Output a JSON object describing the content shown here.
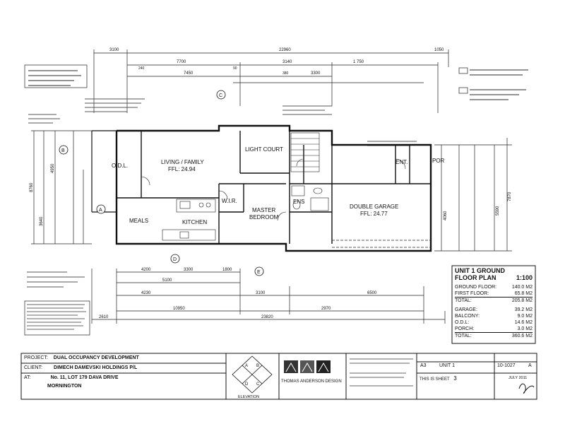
{
  "plan": {
    "rooms": {
      "odl": "O.D.L.",
      "living": "LIVING / FAMILY",
      "living_ffl": "FFL: 24.94",
      "light_court": "LIGHT COURT",
      "ent": "ENT.",
      "por": "POR",
      "wir": "W.I.R.",
      "master": "MASTER",
      "bedroom": "BEDROOM",
      "ens": "ENS",
      "garage": "DOUBLE GARAGE",
      "garage_ffl": "FFL: 24.77",
      "meals": "MEALS",
      "kitchen": "KITCHEN"
    },
    "dims_top": {
      "d3100": "3100",
      "d22960": "22960",
      "d1050": "1050",
      "d7700": "7700",
      "d3140": "3140",
      "d1750": "1 750",
      "d240": "240",
      "d7450": "7450",
      "d90": "90",
      "d3300": "3300",
      "d380": "380"
    },
    "dims_bottom": {
      "d4200": "4200",
      "d3300": "3300",
      "d1800": "1800",
      "d5100": "5100",
      "d4230": "4230",
      "d3100": "3100",
      "d6500": "6500",
      "d10950": "10950",
      "d2970": "2970",
      "d23820": "23820",
      "d2610": "2610"
    },
    "dims_left": {
      "d8760": "8760",
      "d3640": "3640",
      "d4950": "4950"
    },
    "dims_right": {
      "d4060": "4060",
      "d5590": "5590",
      "d7870": "7870"
    },
    "markers": [
      "A",
      "B",
      "C",
      "D",
      "E"
    ]
  },
  "area_schedule": {
    "title": "UNIT 1 GROUND",
    "title2": "FLOOR PLAN",
    "scale": "1:100",
    "rows": [
      {
        "label": "GROUND FLOOR:",
        "value": "140.0 M2"
      },
      {
        "label": "FIRST FLOOR:",
        "value": "65.8 M2"
      },
      {
        "label": "TOTAL:",
        "value": "205.8 M2"
      },
      {
        "label": "GARAGE:",
        "value": "39.2 M2"
      },
      {
        "label": "BALCONY:",
        "value": "9.0 M2"
      },
      {
        "label": "O.D.L:",
        "value": "14.6 M2"
      },
      {
        "label": "PORCH:",
        "value": "3.0 M2"
      },
      {
        "label": "TOTAL:",
        "value": "360.6 M2"
      }
    ]
  },
  "title_block": {
    "project_label": "PROJECT:",
    "project": "DUAL OCCUPANCY DEVELOPMENT",
    "client_label": "CLIENT:",
    "client": "DIMECH DAMEVSKI HOLDINGS P/L",
    "at_label": "AT:",
    "address1": "No. 11, LOT 179 DAVA DRIVE",
    "address2": "MORNINGTON",
    "elevation": "ELEVATION",
    "designer": "THOMAS ANDERSON DESIGN",
    "unit": "UNIT 1",
    "sheet_size": "A3",
    "job_no": "10-1027",
    "rev": "A",
    "date": "JULY 2011",
    "drawing_note": "THIS IS SHEET",
    "sheet_no": "3",
    "compass": [
      "A",
      "B",
      "C",
      "D"
    ]
  }
}
